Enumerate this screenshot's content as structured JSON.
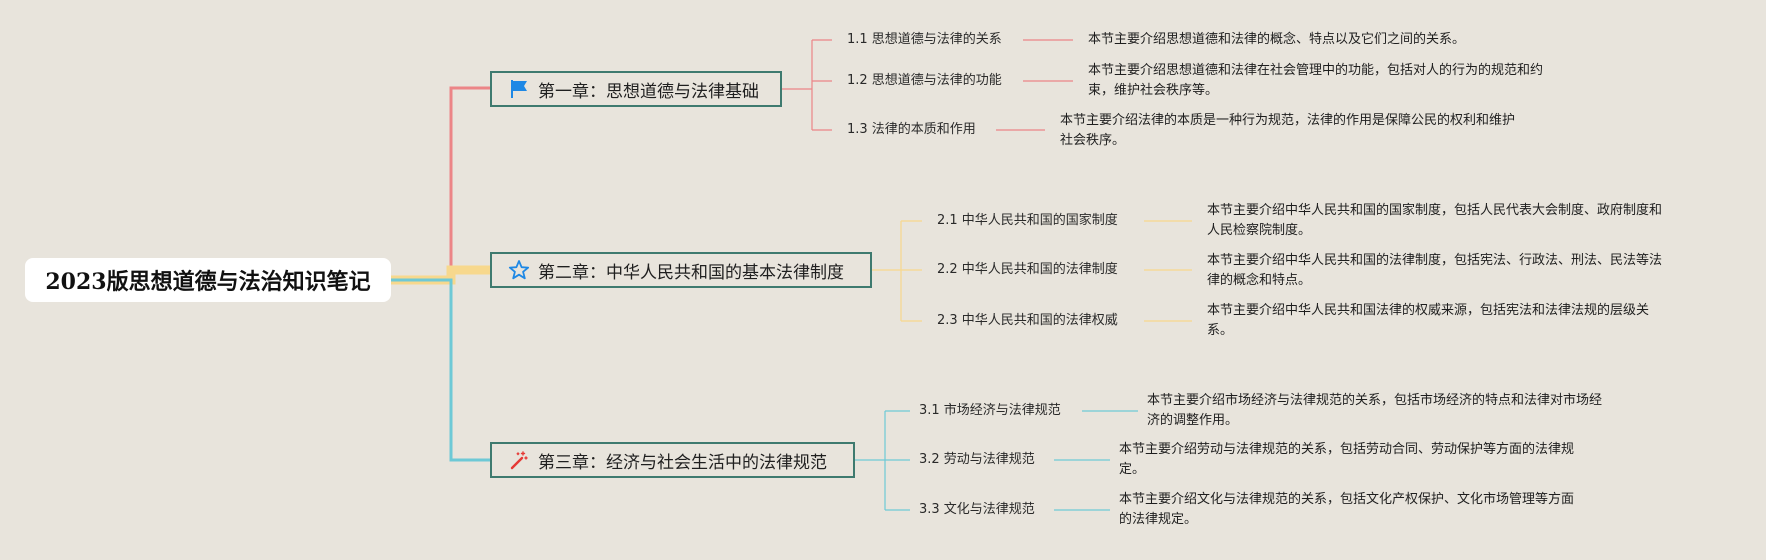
{
  "root": {
    "title": "2023版思想道德与法治知识笔记"
  },
  "colors": {
    "chapter1": "#ec8587",
    "chapter2": "#f7d88d",
    "chapter3": "#6ec9d6",
    "node_border": "#3e7a6f",
    "flag_icon": "#1e88e5",
    "star_icon": "#1e88e5",
    "wand_icon": "#e53935"
  },
  "chapters": [
    {
      "title": "第一章：思想道德与法律基础",
      "icon": "flag-icon",
      "sections": [
        {
          "label": "1.1 思想道德与法律的关系",
          "desc": [
            "本节主要介绍思想道德和法律的概念、特点以及它们之间的关系。"
          ]
        },
        {
          "label": "1.2 思想道德与法律的功能",
          "desc": [
            "本节主要介绍思想道德和法律在社会管理中的功能，包括对人的行为的规范和约",
            "束，维护社会秩序等。"
          ]
        },
        {
          "label": "1.3 法律的本质和作用",
          "desc": [
            "本节主要介绍法律的本质是一种行为规范，法律的作用是保障公民的权利和维护",
            "社会秩序。"
          ]
        }
      ]
    },
    {
      "title": "第二章：中华人民共和国的基本法律制度",
      "icon": "star-icon",
      "sections": [
        {
          "label": "2.1 中华人民共和国的国家制度",
          "desc": [
            "本节主要介绍中华人民共和国的国家制度，包括人民代表大会制度、政府制度和",
            "人民检察院制度。"
          ]
        },
        {
          "label": "2.2 中华人民共和国的法律制度",
          "desc": [
            "本节主要介绍中华人民共和国的法律制度，包括宪法、行政法、刑法、民法等法",
            "律的概念和特点。"
          ]
        },
        {
          "label": "2.3 中华人民共和国的法律权威",
          "desc": [
            "本节主要介绍中华人民共和国法律的权威来源，包括宪法和法律法规的层级关",
            "系。"
          ]
        }
      ]
    },
    {
      "title": "第三章：经济与社会生活中的法律规范",
      "icon": "magic-wand-icon",
      "sections": [
        {
          "label": "3.1 市场经济与法律规范",
          "desc": [
            "本节主要介绍市场经济与法律规范的关系，包括市场经济的特点和法律对市场经",
            "济的调整作用。"
          ]
        },
        {
          "label": "3.2 劳动与法律规范",
          "desc": [
            "本节主要介绍劳动与法律规范的关系，包括劳动合同、劳动保护等方面的法律规",
            "定。"
          ]
        },
        {
          "label": "3.3 文化与法律规范",
          "desc": [
            "本节主要介绍文化与法律规范的关系，包括文化产权保护、文化市场管理等方面",
            "的法律规定。"
          ]
        }
      ]
    }
  ]
}
